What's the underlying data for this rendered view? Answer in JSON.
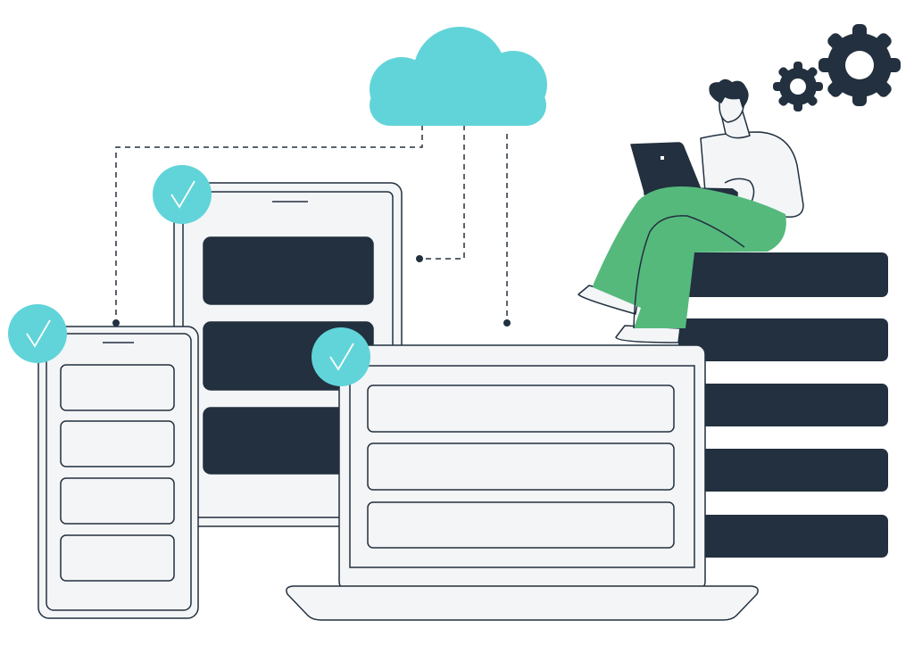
{
  "illustration": {
    "subject": "cloud-sync",
    "colors": {
      "dark": "#22303f",
      "teal": "#61d4d9",
      "green": "#55b97c",
      "light": "#f3f5f7",
      "stroke": "#22303f",
      "background": "#ffffff"
    },
    "devices": [
      "phone",
      "tablet",
      "laptop",
      "server-stack"
    ],
    "check_badges": 3
  }
}
